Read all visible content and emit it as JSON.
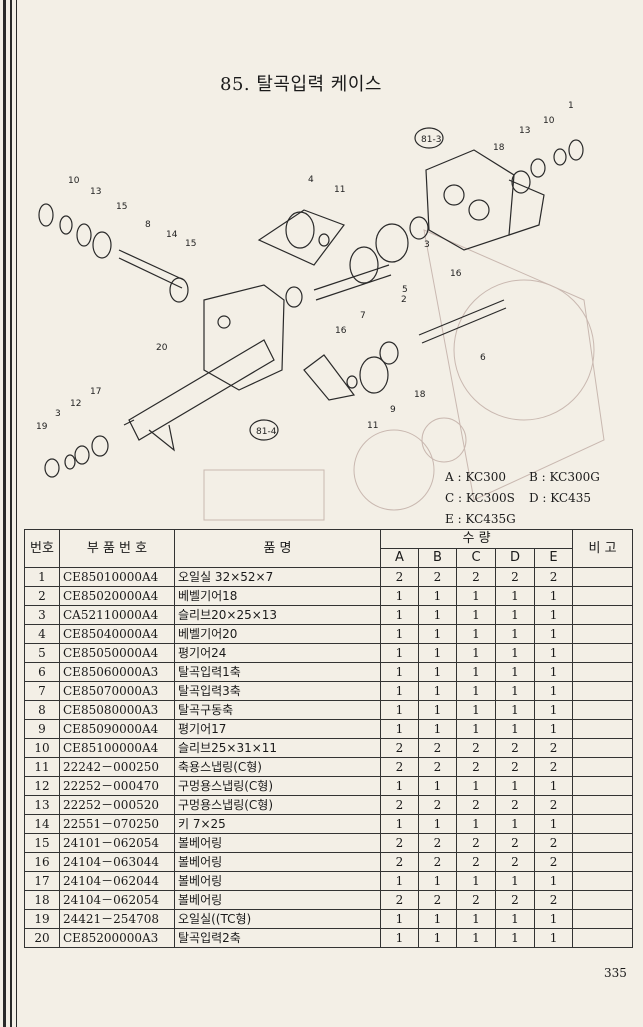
{
  "title": "85. 탈곡입력 케이스",
  "diagram_labels": [
    "1",
    "3",
    "4",
    "5",
    "6",
    "7",
    "8",
    "9",
    "10",
    "11",
    "12",
    "13",
    "14",
    "15",
    "16",
    "17",
    "18",
    "19",
    "20",
    "81-3",
    "81-4"
  ],
  "legend": [
    {
      "text": "A : KC300"
    },
    {
      "text": "B : KC300G"
    },
    {
      "text": "C : KC300S"
    },
    {
      "text": "D : KC435"
    },
    {
      "text": "E : KC435G"
    }
  ],
  "table": {
    "headers": {
      "no": "번호",
      "part_no": "부 품 번 호",
      "name": "품          명",
      "qty": "수                    량",
      "cols": [
        "A",
        "B",
        "C",
        "D",
        "E"
      ],
      "remark": "비 고"
    },
    "rows": [
      {
        "no": "1",
        "part": "CE85010000A4",
        "name": "오일실 32×52×7",
        "q": [
          "2",
          "2",
          "2",
          "2",
          "2"
        ]
      },
      {
        "no": "2",
        "part": "CE85020000A4",
        "name": "베벨기어18",
        "q": [
          "1",
          "1",
          "1",
          "1",
          "1"
        ]
      },
      {
        "no": "3",
        "part": "CA52110000A4",
        "name": "슬리브20×25×13",
        "q": [
          "1",
          "1",
          "1",
          "1",
          "1"
        ]
      },
      {
        "no": "4",
        "part": "CE85040000A4",
        "name": "베벨기어20",
        "q": [
          "1",
          "1",
          "1",
          "1",
          "1"
        ]
      },
      {
        "no": "5",
        "part": "CE85050000A4",
        "name": "평기어24",
        "q": [
          "1",
          "1",
          "1",
          "1",
          "1"
        ]
      },
      {
        "no": "6",
        "part": "CE85060000A3",
        "name": "탈곡입력1축",
        "q": [
          "1",
          "1",
          "1",
          "1",
          "1"
        ]
      },
      {
        "no": "7",
        "part": "CE85070000A3",
        "name": "탈곡입력3축",
        "q": [
          "1",
          "1",
          "1",
          "1",
          "1"
        ]
      },
      {
        "no": "8",
        "part": "CE85080000A3",
        "name": "탈곡구동축",
        "q": [
          "1",
          "1",
          "1",
          "1",
          "1"
        ]
      },
      {
        "no": "9",
        "part": "CE85090000A4",
        "name": "평기어17",
        "q": [
          "1",
          "1",
          "1",
          "1",
          "1"
        ]
      },
      {
        "no": "10",
        "part": "CE85100000A4",
        "name": "슬리브25×31×11",
        "q": [
          "2",
          "2",
          "2",
          "2",
          "2"
        ]
      },
      {
        "no": "11",
        "part": "22242－000250",
        "name": "축용스냅링(C형)",
        "q": [
          "2",
          "2",
          "2",
          "2",
          "2"
        ]
      },
      {
        "no": "12",
        "part": "22252－000470",
        "name": "구멍용스냅링(C형)",
        "q": [
          "1",
          "1",
          "1",
          "1",
          "1"
        ]
      },
      {
        "no": "13",
        "part": "22252－000520",
        "name": "구멍용스냅링(C형)",
        "q": [
          "2",
          "2",
          "2",
          "2",
          "2"
        ]
      },
      {
        "no": "14",
        "part": "22551－070250",
        "name": "키 7×25",
        "q": [
          "1",
          "1",
          "1",
          "1",
          "1"
        ]
      },
      {
        "no": "15",
        "part": "24101－062054",
        "name": "볼베어링",
        "q": [
          "2",
          "2",
          "2",
          "2",
          "2"
        ]
      },
      {
        "no": "16",
        "part": "24104－063044",
        "name": "볼베어링",
        "q": [
          "2",
          "2",
          "2",
          "2",
          "2"
        ]
      },
      {
        "no": "17",
        "part": "24104－062044",
        "name": "볼베어링",
        "q": [
          "1",
          "1",
          "1",
          "1",
          "1"
        ]
      },
      {
        "no": "18",
        "part": "24104－062054",
        "name": "볼베어링",
        "q": [
          "2",
          "2",
          "2",
          "2",
          "2"
        ]
      },
      {
        "no": "19",
        "part": "24421－254708",
        "name": "오일실((TC형)",
        "q": [
          "1",
          "1",
          "1",
          "1",
          "1"
        ]
      },
      {
        "no": "20",
        "part": "CE85200000A3",
        "name": "탈곡입력2축",
        "q": [
          "1",
          "1",
          "1",
          "1",
          "1"
        ]
      }
    ]
  },
  "page_number": "335"
}
